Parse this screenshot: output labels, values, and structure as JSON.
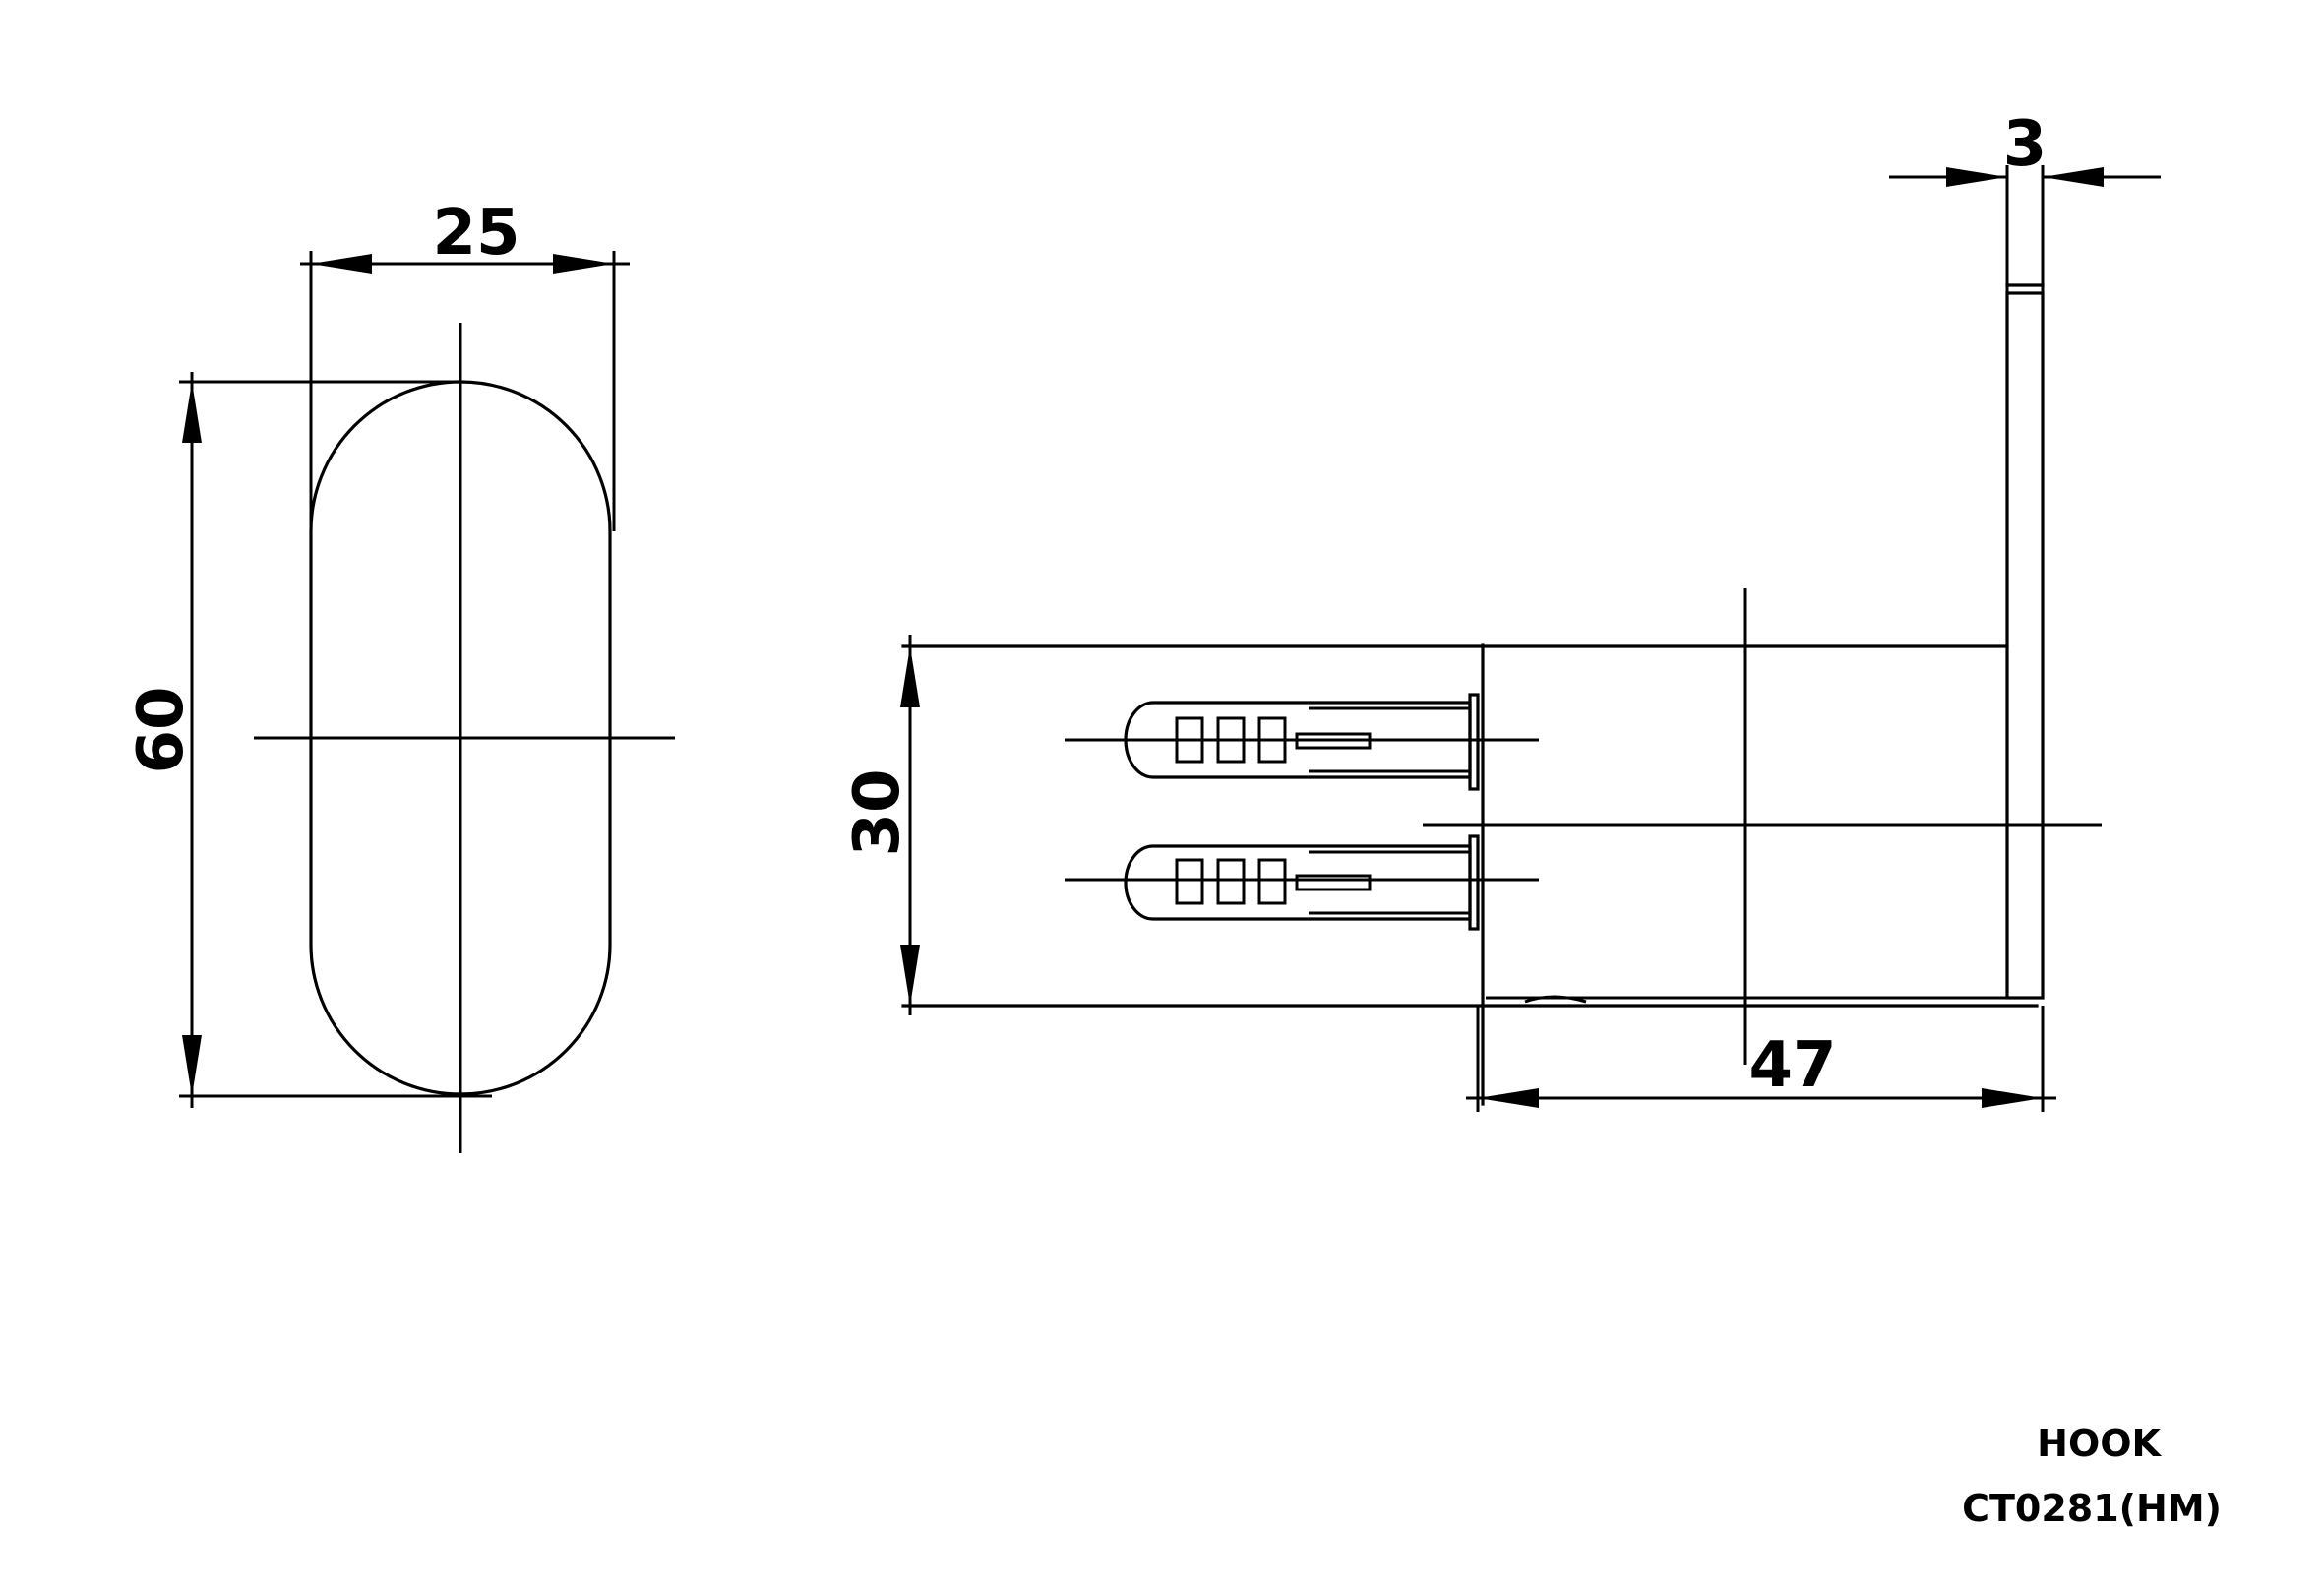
{
  "dimensions": {
    "front_width": "25",
    "front_height": "60",
    "side_height": "30",
    "side_depth": "47",
    "plate_thickness": "3"
  },
  "title_block": {
    "name": "HOOK",
    "code": "CT0281(HM)"
  }
}
